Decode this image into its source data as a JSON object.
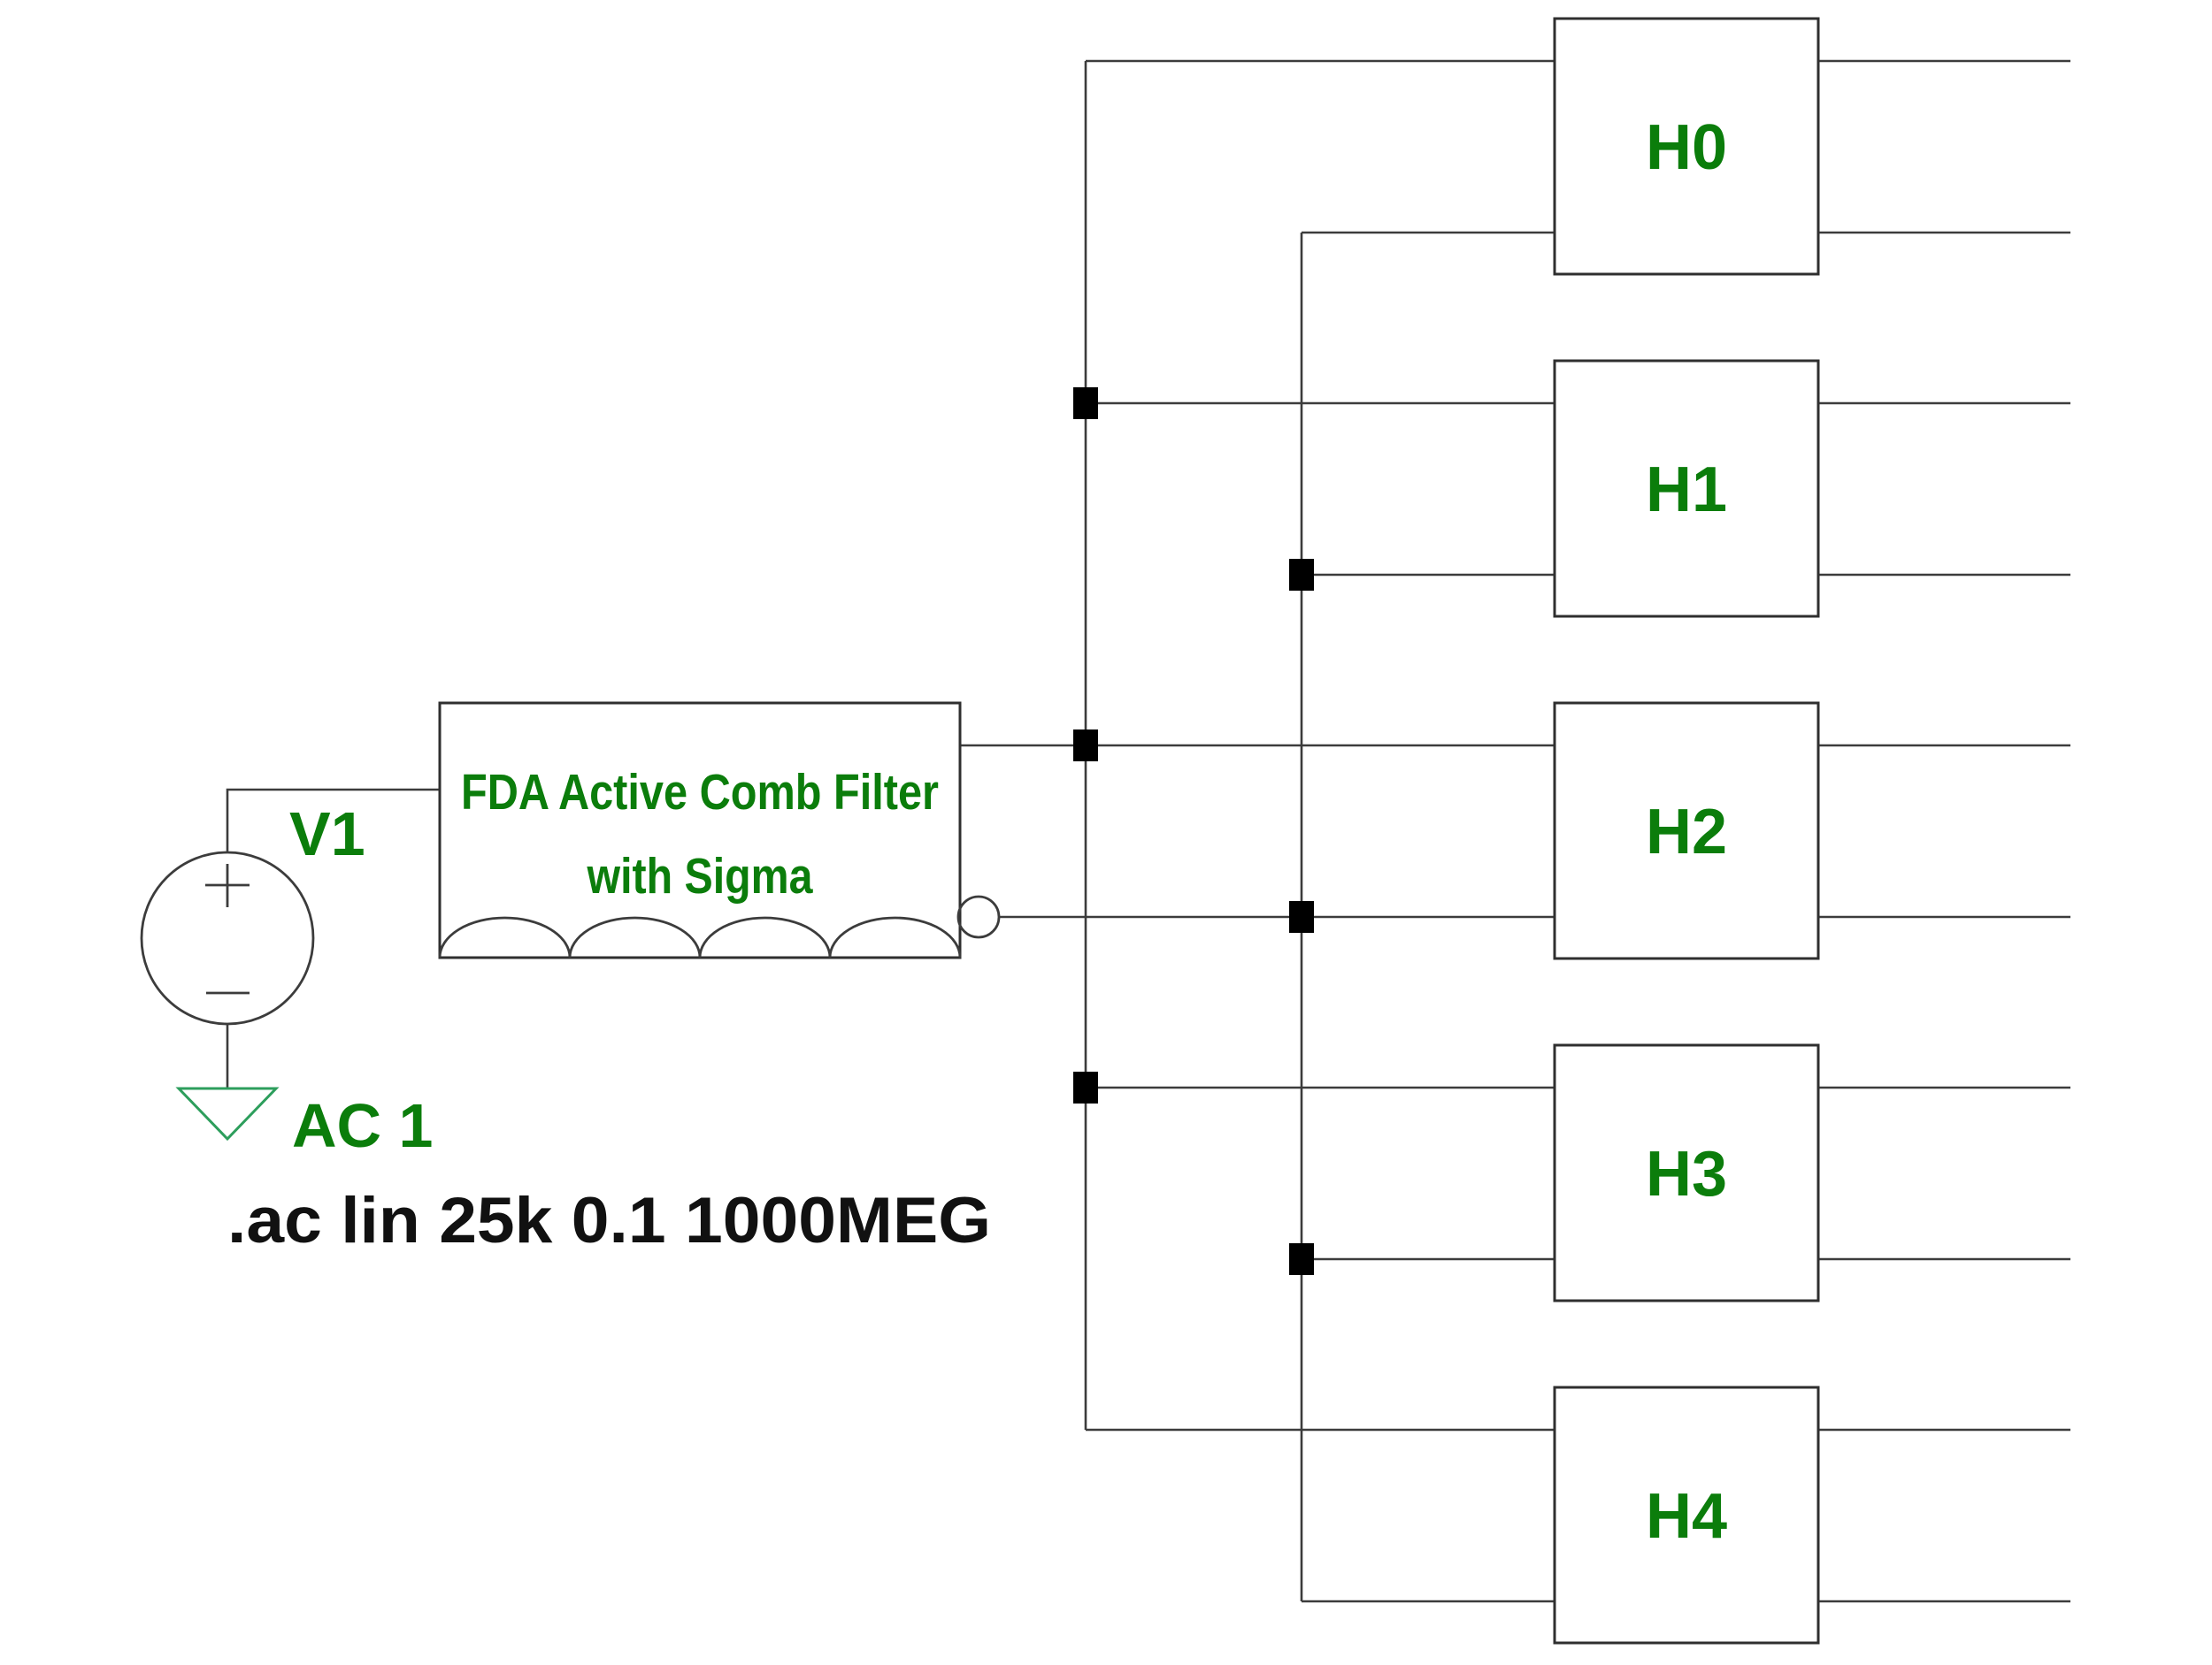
{
  "schematic": {
    "source": {
      "designator": "V1",
      "value": "AC 1"
    },
    "directive": ".ac lin 25k 0.1 1000MEG",
    "comb_filter": {
      "title_line1": "FDA Active Comb Filter",
      "title_line2": "with Sigma"
    },
    "filter_blocks": [
      {
        "label": "H0"
      },
      {
        "label": "H1"
      },
      {
        "label": "H2"
      },
      {
        "label": "H3"
      },
      {
        "label": "H4"
      }
    ]
  },
  "colors": {
    "label_green": "#0b7d0b",
    "directive_black": "#111111",
    "ground_green": "#2d9e5c",
    "wire_gray": "#3c3c3c",
    "junction_black": "#000000",
    "background": "#ffffff"
  },
  "icons": {
    "voltage_source": "voltage-source-icon",
    "ground": "ground-icon",
    "junction": "junction-dot-icon",
    "output_bubble": "inverting-output-bubble-icon"
  }
}
